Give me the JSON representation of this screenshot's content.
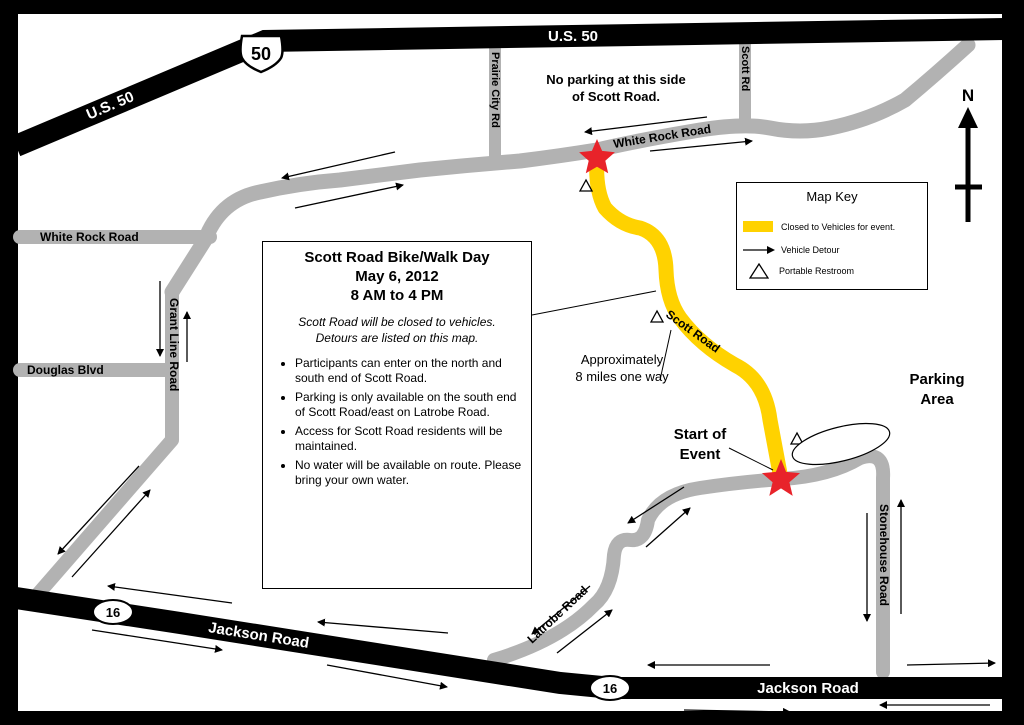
{
  "map": {
    "highways": {
      "us50_shield": "50",
      "us50_label_top": "U.S. 50",
      "us50_label_left": "U.S. 50",
      "hwy16_shield_left": "16",
      "hwy16_shield_right": "16",
      "jackson_road_left": "Jackson Road",
      "jackson_road_right": "Jackson Road"
    },
    "roads": {
      "prairie_city_rd": "Prairie City Rd",
      "scott_rd_north": "Scott Rd",
      "white_rock_road_north": "White Rock Road",
      "white_rock_road_west": "White Rock Road",
      "grant_line_road": "Grant Line Road",
      "douglas_blvd": "Douglas Blvd",
      "scott_road": "Scott Road",
      "latrobe_road": "Latrobe Road",
      "stonehouse_road": "Stonehouse Road"
    },
    "annotations": {
      "no_parking_line1": "No parking at this side",
      "no_parking_line2": "of Scott Road.",
      "approx_line1": "Approximately",
      "approx_line2": "8 miles one way",
      "start_line1": "Start of",
      "start_line2": "Event",
      "parking_line1": "Parking",
      "parking_line2": "Area",
      "north": "N"
    },
    "colors": {
      "closed_route": "#ffd200",
      "road": "#b2b2b2",
      "highway": "#000000",
      "star": "#e8232a"
    }
  },
  "info": {
    "title_line1": "Scott Road Bike/Walk Day",
    "title_line2": "May 6, 2012",
    "title_line3": "8 AM to 4 PM",
    "subtitle_line1": "Scott Road will be closed to vehicles.",
    "subtitle_line2": "Detours are listed on this map.",
    "bullets": [
      "Participants can enter on the north and south end of Scott Road.",
      "Parking is only available on the south end of Scott Road/east on Latrobe Road.",
      "Access for Scott Road residents will be maintained.",
      "No water will be available on route. Please bring your own water."
    ]
  },
  "key": {
    "title": "Map Key",
    "closed": "Closed to Vehicles for event.",
    "detour": "Vehicle Detour",
    "restroom": "Portable Restroom"
  }
}
